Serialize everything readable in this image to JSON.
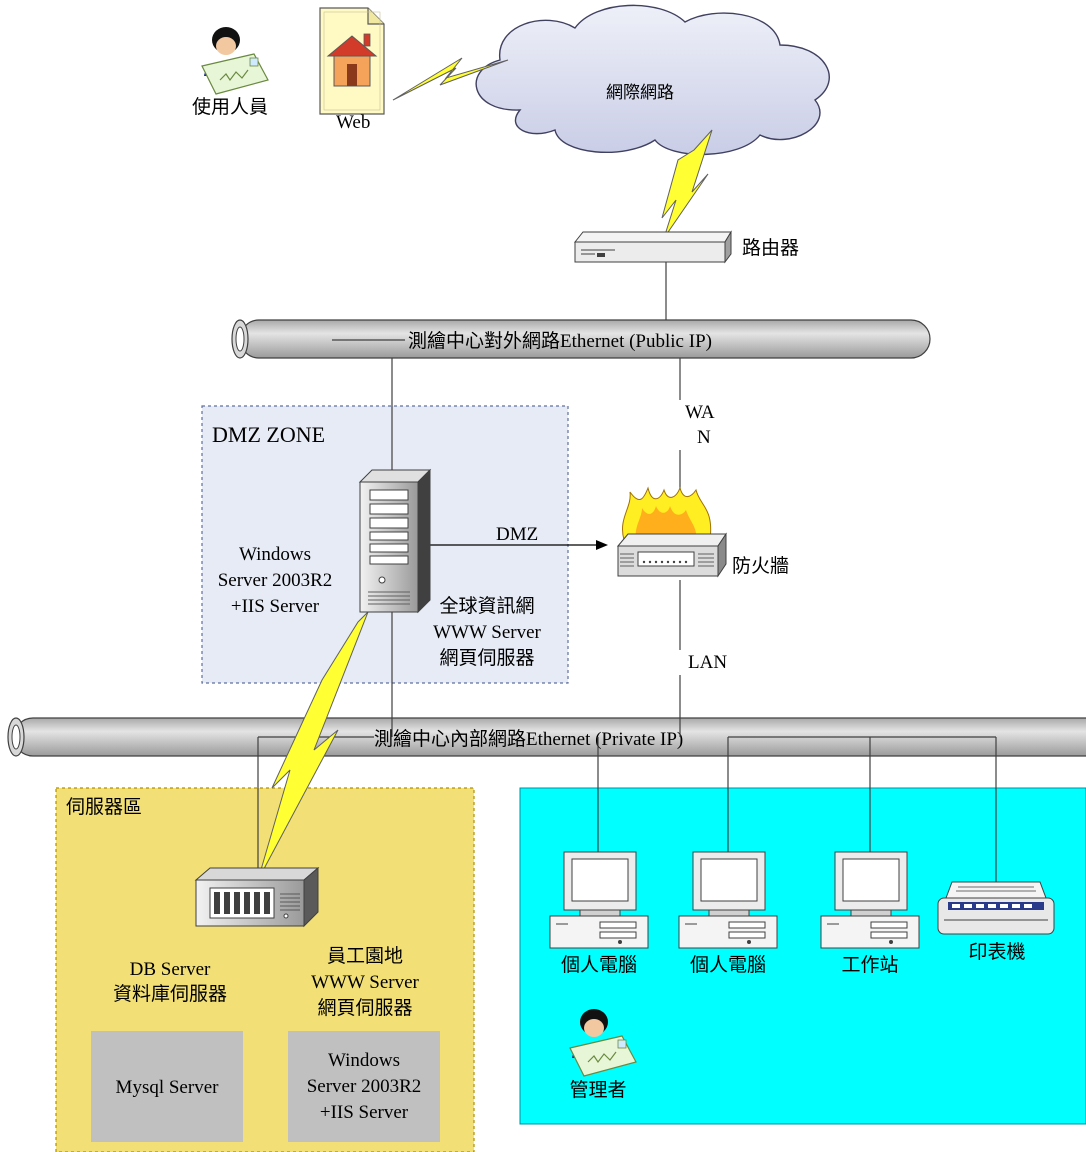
{
  "colors": {
    "dmz_fill": "#e6ebf5",
    "server_zone_fill": "#f2e077",
    "client_zone_fill": "#00ffff",
    "gray_box": "#c0c0c0",
    "bolt": "#ffff33",
    "cloud": "#d9dcef",
    "pipe": "#c0c0c0"
  },
  "top": {
    "user_label": "使用人員",
    "web_label": "Web",
    "cloud_label": "網際網路",
    "router_label": "路由器"
  },
  "networks": {
    "public_label": "測繪中心對外網路Ethernet (Public IP)",
    "private_label": "測繪中心內部網路Ethernet (Private IP)"
  },
  "links": {
    "wan_line1": "WA",
    "wan_line2": "N",
    "dmz_label": "DMZ",
    "lan_label": "LAN"
  },
  "dmz_zone": {
    "title": "DMZ ZONE",
    "os_line1": "Windows",
    "os_line2": "Server 2003R2",
    "os_line3": "+IIS Server",
    "server_line1": "全球資訊網",
    "server_line2": "WWW Server",
    "server_line3": "網頁伺服器"
  },
  "firewall_label": "防火牆",
  "server_zone": {
    "title": "伺服器區",
    "db_line1": "DB Server",
    "db_line2": "資料庫伺服器",
    "staff_line1": "員工園地",
    "staff_line2": "WWW Server",
    "staff_line3": "網頁伺服器",
    "mysql_label": "Mysql Server",
    "win_line1": "Windows",
    "win_line2": "Server 2003R2",
    "win_line3": "+IIS Server"
  },
  "client_zone": {
    "pc1_label": "個人電腦",
    "pc2_label": "個人電腦",
    "workstation_label": "工作站",
    "printer_label": "印表機",
    "admin_label": "管理者"
  }
}
